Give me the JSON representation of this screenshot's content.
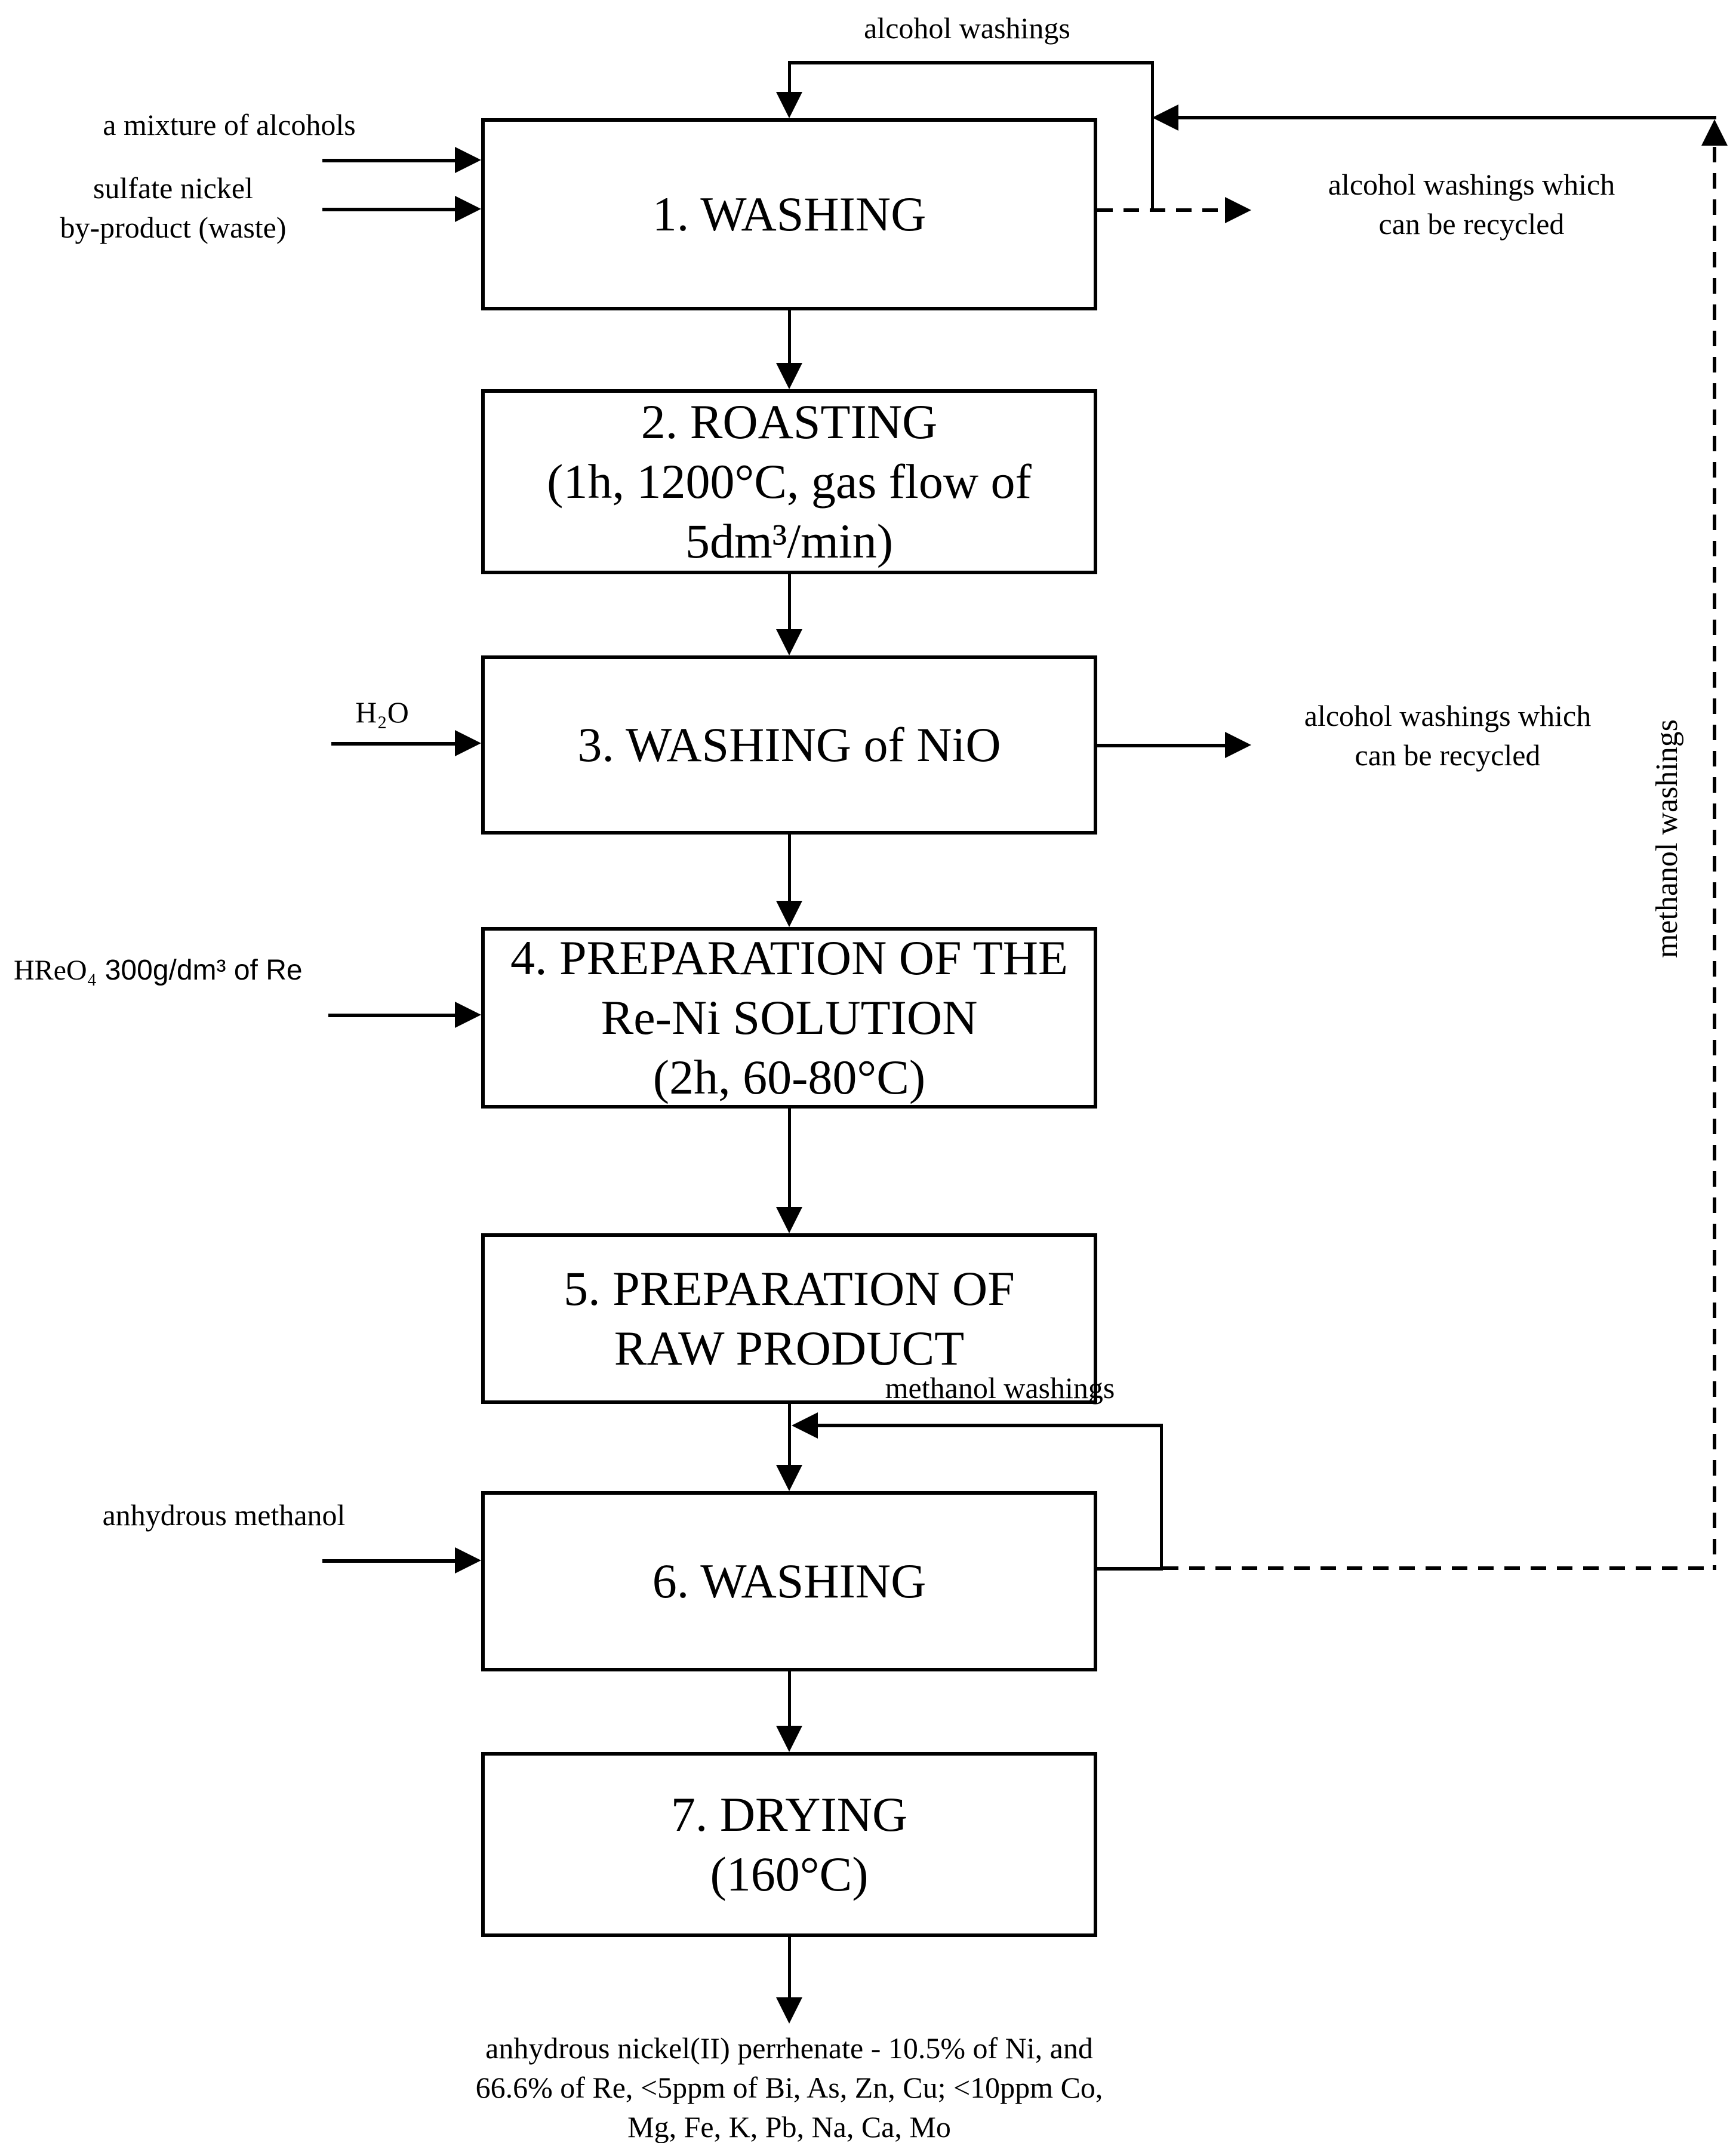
{
  "colors": {
    "line": "#000000",
    "background": "#ffffff",
    "text": "#000000"
  },
  "boxes": [
    {
      "lines": [
        "1. WASHING"
      ]
    },
    {
      "lines": [
        "2. ROASTING",
        "(1h, 1200°C, gas flow of",
        "5dm³/min)"
      ]
    },
    {
      "lines": [
        "3. WASHING of NiO"
      ]
    },
    {
      "lines": [
        "4. PREPARATION OF THE",
        "Re-Ni SOLUTION",
        "(2h, 60-80°C)"
      ]
    },
    {
      "lines": [
        "5. PREPARATION OF",
        "RAW PRODUCT"
      ]
    },
    {
      "lines": [
        "6. WASHING"
      ]
    },
    {
      "lines": [
        "7. DRYING",
        "(160°C)"
      ]
    }
  ],
  "inputs": {
    "mixture_of_alcohols": "a mixture of alcohols",
    "sulfate_nickel_line1": "sulfate nickel",
    "sulfate_nickel_line2": "by-product (waste)",
    "water": "H₂O",
    "hreo4_formula": "HReO₄",
    "hreo4_amount": " 300g/dm³ of Re",
    "anhydrous_methanol": "anhydrous methanol"
  },
  "recycle": {
    "alcohol_washings_top": "alcohol washings",
    "methanol_washings_loop": "methanol washings",
    "methanol_washings_vertical": "methanol washings"
  },
  "outputs": {
    "recycled_after_washing_line1": "alcohol washings which",
    "recycled_after_washing_line2": "can be recycled",
    "recycled_after_nio_line1": "alcohol washings which",
    "recycled_after_nio_line2": "can be recycled",
    "final_product_line1": "anhydrous nickel(II) perrhenate - 10.5% of Ni, and",
    "final_product_line2": "66.6% of Re, <5ppm of Bi, As, Zn, Cu; <10ppm Co,",
    "final_product_line3": "Mg, Fe, K, Pb, Na, Ca, Mo"
  }
}
